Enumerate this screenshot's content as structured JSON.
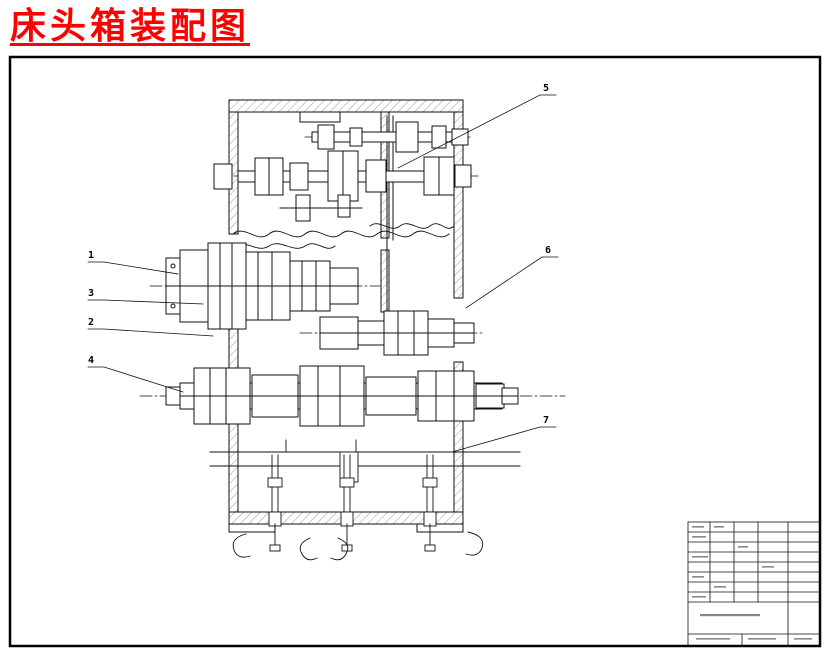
{
  "title": {
    "text": "床头箱装配图",
    "color": "#ff0000"
  },
  "sheet": {
    "background": "#ffffff",
    "frame_color": "#000000",
    "line_color": "#111111"
  },
  "callouts": [
    {
      "label": "1"
    },
    {
      "label": "3"
    },
    {
      "label": "2"
    },
    {
      "label": "4"
    },
    {
      "label": "5"
    },
    {
      "label": "6"
    },
    {
      "label": "7"
    }
  ]
}
